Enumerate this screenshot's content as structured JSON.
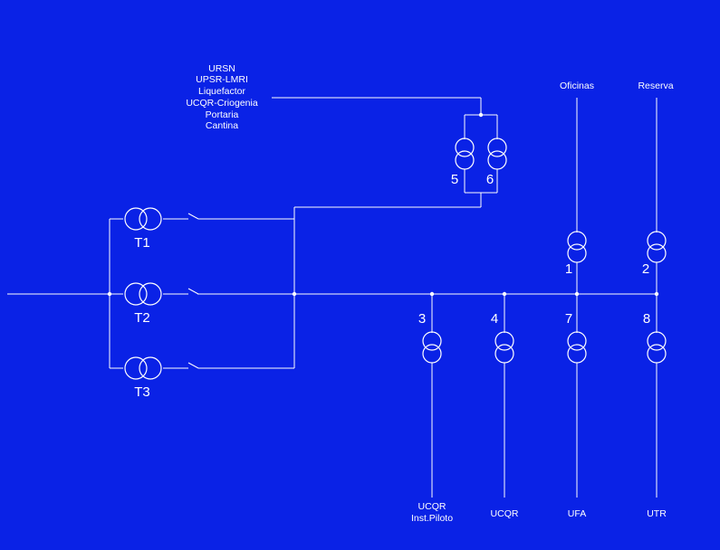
{
  "colors": {
    "background": "#0a22e6",
    "line": "#ffffff"
  },
  "diagram": {
    "source_list": [
      "URSN",
      "UPSR-LMRI",
      "Liquefactor",
      "UCQR-Criogenia",
      "Portaria",
      "Cantina"
    ],
    "transformers": {
      "t1": "T1",
      "t2": "T2",
      "t3": "T3",
      "n5": "5",
      "n6": "6",
      "n1": "1",
      "n2": "2",
      "n3": "3",
      "n4": "4",
      "n7": "7",
      "n8": "8"
    },
    "top_labels": {
      "oficinas": "Oficinas",
      "reserva": "Reserva"
    },
    "bottom_labels": {
      "ucqr_pilot": [
        "UCQR",
        "Inst.Piloto"
      ],
      "ucqr": "UCQR",
      "ufa": "UFA",
      "utr": "UTR"
    }
  }
}
